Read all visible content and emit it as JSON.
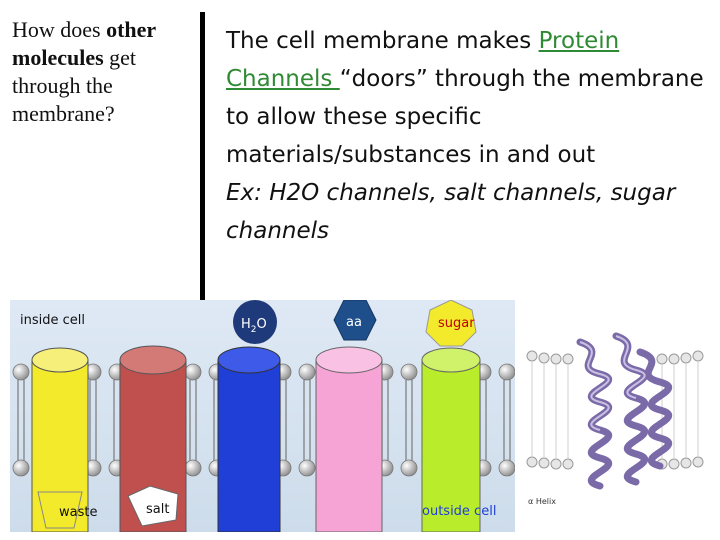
{
  "question": {
    "pre": "How does ",
    "bold": "other molecules",
    "post": " get through the membrane?"
  },
  "answer": {
    "p1_pre": "The cell membrane makes ",
    "p1_highlight": "Protein Channels ",
    "p1_post": "“doors” through the membrane to allow these specific materials/substances in and out",
    "example": "Ex: H2O channels, salt channels, sugar channels"
  },
  "diagram": {
    "inside_label": "inside cell",
    "outside_label": "outside cell",
    "molecules": {
      "water": "H",
      "water_sub": "2",
      "water_end": "O",
      "amino": "aa",
      "sugar": "sugar",
      "waste": "waste",
      "salt": "salt"
    }
  },
  "helix": {
    "caption": "α Helix"
  },
  "colors": {
    "highlight": "#2f8a34",
    "channel_yellow": "#f2ea2a",
    "channel_red": "#c0504d",
    "channel_blue": "#1f3fd6",
    "channel_pink": "#f6a3d6",
    "channel_green": "#b9ec2a",
    "water_molecule": "#1f3a7a",
    "amino_molecule": "#1f4f8a",
    "sugar_molecule": "#f2ea2a",
    "background": "#d8e6f3"
  }
}
